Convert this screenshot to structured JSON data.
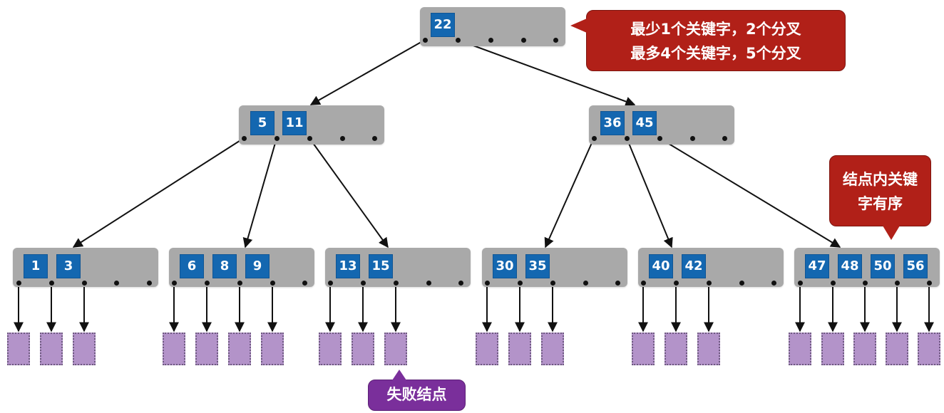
{
  "colors": {
    "node_fill": "#a9a9a9",
    "key_fill": "#1467b0",
    "failure_fill": "#b393c9",
    "callout_red": "#b12018",
    "callout_purple": "#7a2f9b",
    "edge": "#111111"
  },
  "tree": {
    "root": {
      "keys": [
        "22"
      ]
    },
    "level1": [
      {
        "keys": [
          "5",
          "11"
        ]
      },
      {
        "keys": [
          "36",
          "45"
        ]
      }
    ],
    "leaves": [
      {
        "keys": [
          "1",
          "3"
        ]
      },
      {
        "keys": [
          "6",
          "8",
          "9"
        ]
      },
      {
        "keys": [
          "13",
          "15"
        ]
      },
      {
        "keys": [
          "30",
          "35"
        ]
      },
      {
        "keys": [
          "40",
          "42"
        ]
      },
      {
        "keys": [
          "47",
          "48",
          "50",
          "56"
        ]
      }
    ]
  },
  "callouts": {
    "root_note_line1": "最少1个关键字，2个分叉",
    "root_note_line2": "最多4个关键字，5个分叉",
    "ordered_line1": "结点内关键",
    "ordered_line2": "字有序",
    "failure_node": "失败结点"
  }
}
